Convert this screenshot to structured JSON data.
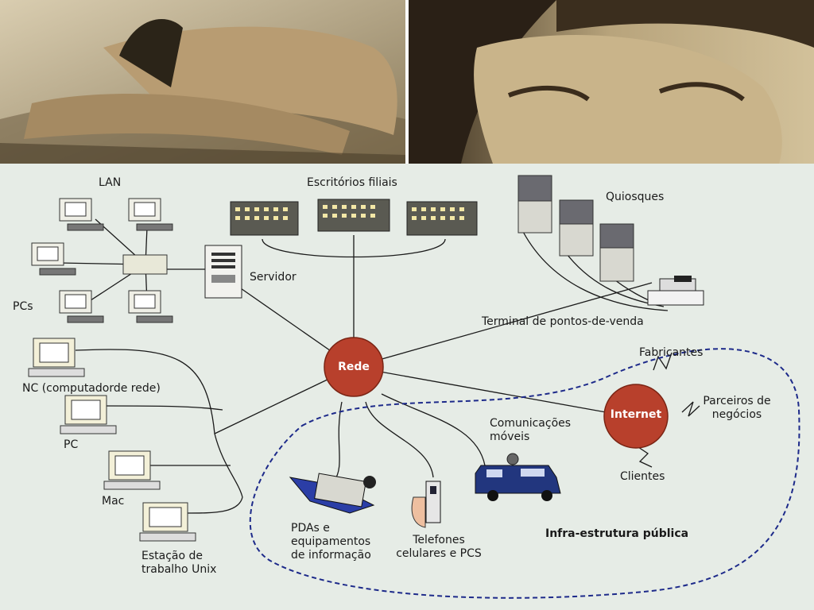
{
  "photos": [
    {
      "name": "hands-typing-photo"
    },
    {
      "name": "woman-face-photo"
    }
  ],
  "diagram": {
    "hub": {
      "label": "Rede"
    },
    "internet": {
      "label": "Internet"
    },
    "labels": {
      "lan": "LAN",
      "branch_offices": "Escritórios filiais",
      "kiosks": "Quiosques",
      "server": "Servidor",
      "pcs": "PCs",
      "pos_terminal": "Terminal de pontos-de-venda",
      "manufacturers": "Fabricantes",
      "business_partners": "Parceiros de negócios",
      "clients": "Clientes",
      "nc": "NC (computadorde rede)",
      "pc": "PC",
      "mac": "Mac",
      "unix_station": "Estação de trabalho Unix",
      "pdas": "PDAs e equipamentos de informação",
      "phones": "Telefones celulares e PCS",
      "mobile_comms": "Comunicações móveis",
      "public_infra": "Infra-estrutura pública"
    },
    "colors": {
      "hub": "#b8402c",
      "background": "#e6ece6",
      "dashed_boundary": "#1d2a8a"
    }
  }
}
